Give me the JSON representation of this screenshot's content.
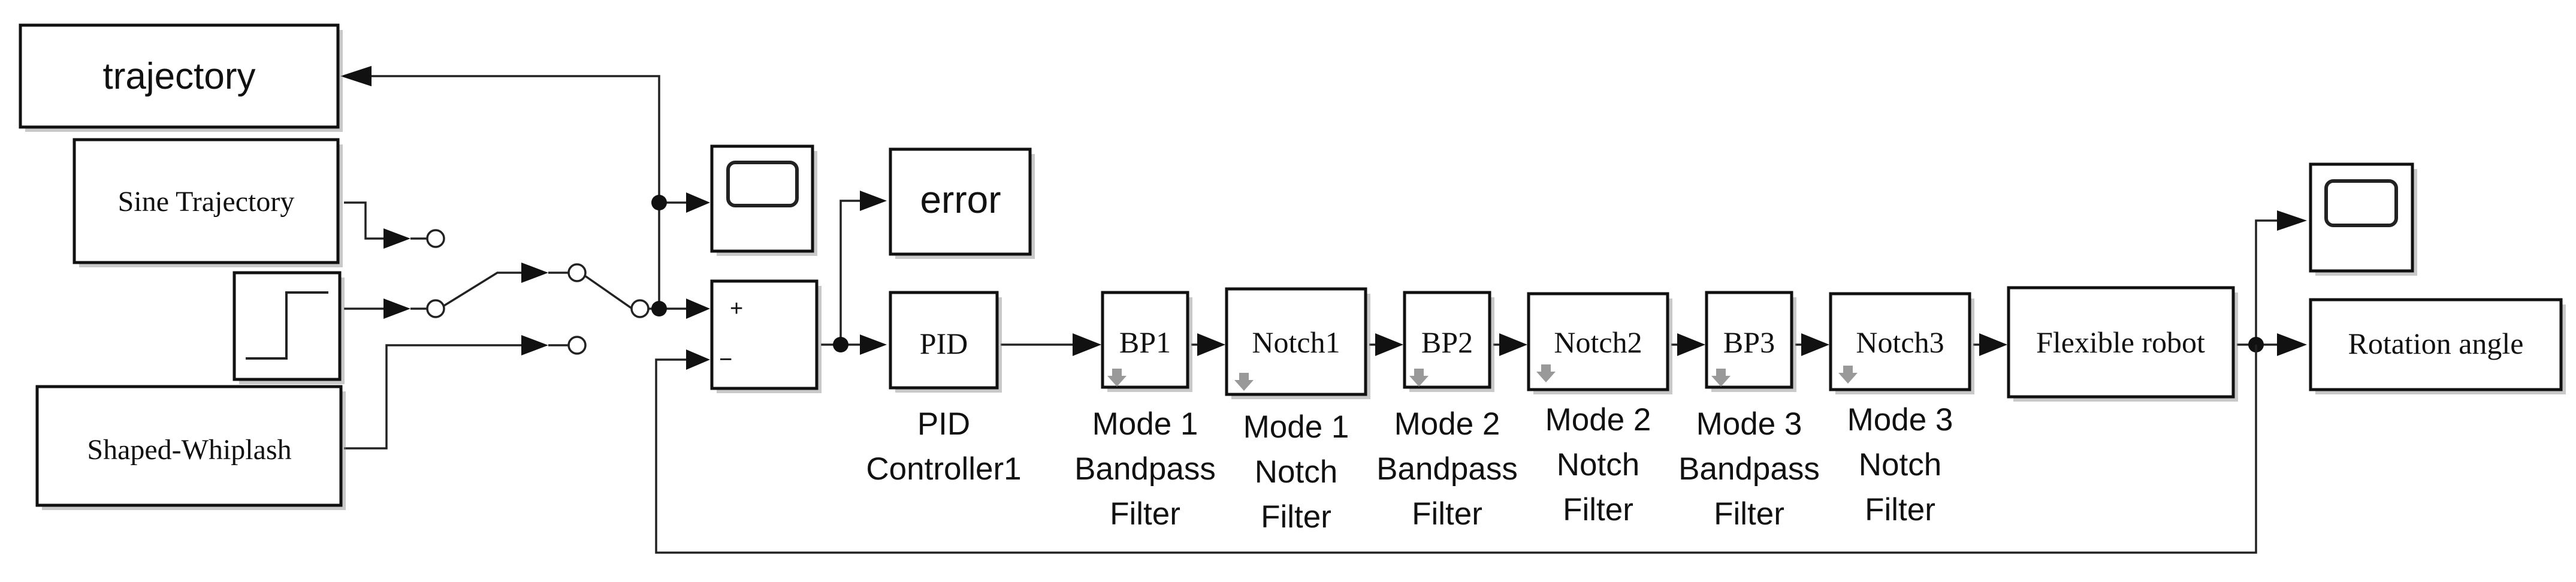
{
  "blocks": {
    "trajectory": "trajectory",
    "sine": "Sine Trajectory",
    "shaped": "Shaped-Whiplash",
    "error": "error",
    "pid": "PID",
    "bp1": "BP1",
    "notch1": "Notch1",
    "bp2": "BP2",
    "notch2": "Notch2",
    "bp3": "BP3",
    "notch3": "Notch3",
    "robot": "Flexible robot",
    "rotation": "Rotation angle"
  },
  "sum_signs": {
    "plus": "+",
    "minus": "−"
  },
  "captions": {
    "pid": [
      "PID",
      "Controller1"
    ],
    "bp1": [
      "Mode 1",
      "Bandpass",
      "Filter"
    ],
    "notch1": [
      "Mode 1",
      "Notch",
      "Filter"
    ],
    "bp2": [
      "Mode 2",
      "Bandpass",
      "Filter"
    ],
    "notch2": [
      "Mode 2",
      "Notch",
      "Filter"
    ],
    "bp3": [
      "Mode 3",
      "Bandpass",
      "Filter"
    ],
    "notch3": [
      "Mode 3",
      "Notch",
      "Filter"
    ]
  }
}
